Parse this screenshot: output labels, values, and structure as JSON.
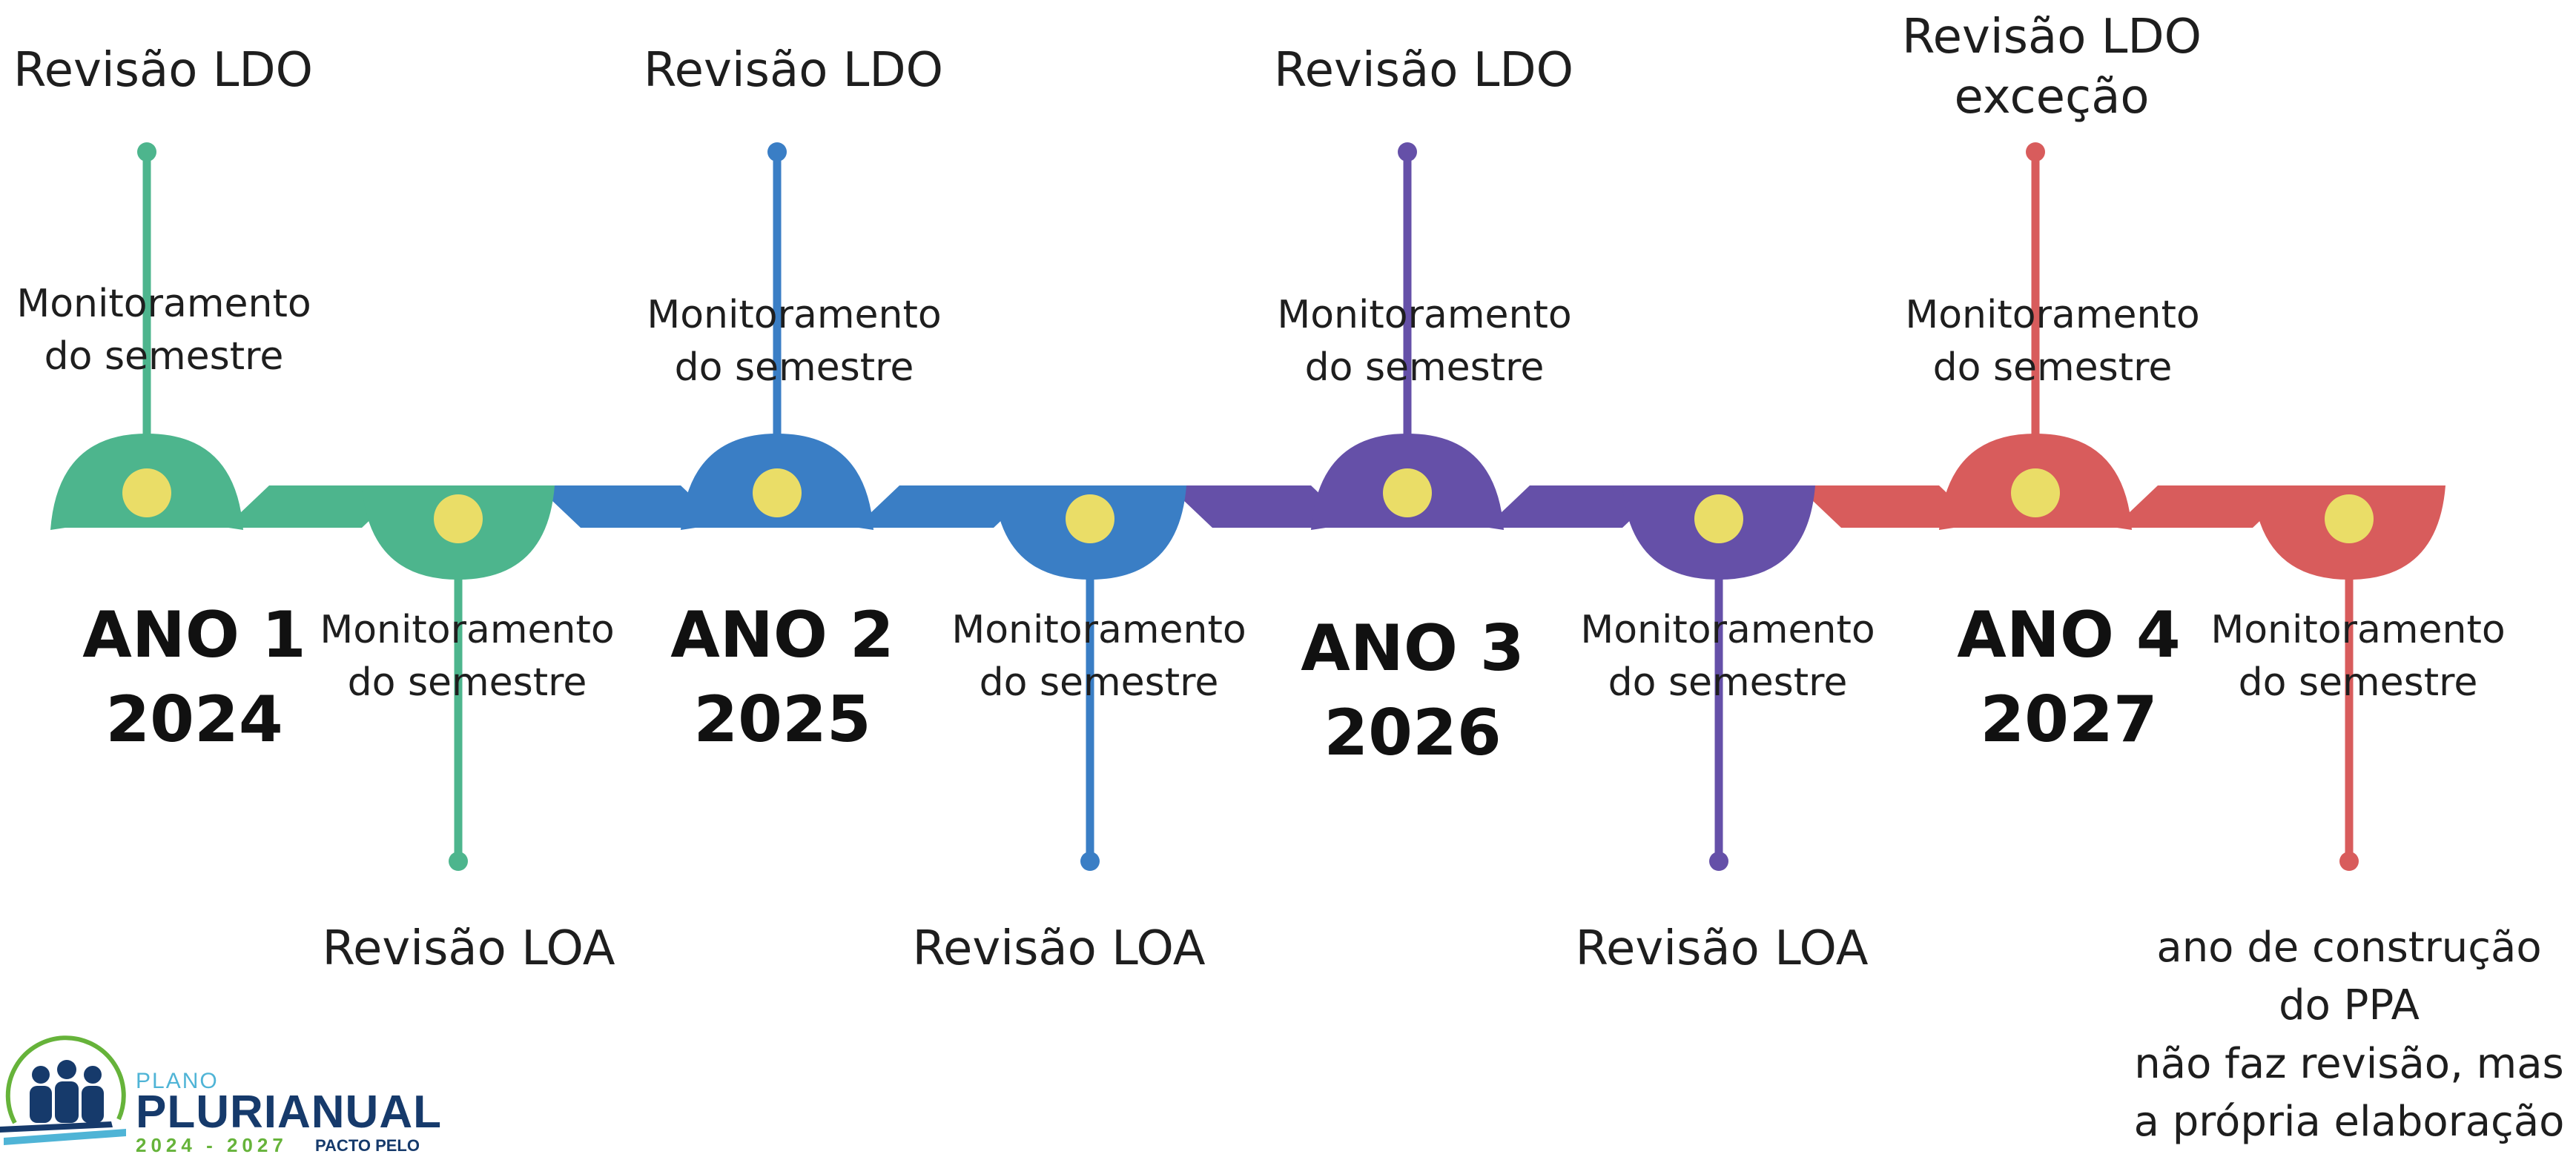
{
  "colors": {
    "green": "#4db58d",
    "blue": "#3a7ec5",
    "purple": "#6550a8",
    "red": "#d85c5c",
    "dot": "#eadd67"
  },
  "years": [
    {
      "ano": "ANO 1",
      "year": "2024",
      "color": "green",
      "ldo": "Revisão LDO",
      "loa": "Revisão LOA",
      "mon_top": "Monitoramento do semestre",
      "mon_bottom": "Monitoramento do semestre"
    },
    {
      "ano": "ANO 2",
      "year": "2025",
      "color": "blue",
      "ldo": "Revisão LDO",
      "loa": "Revisão LOA",
      "mon_top": "Monitoramento do semestre",
      "mon_bottom": "Monitoramento do semestre"
    },
    {
      "ano": "ANO 3",
      "year": "2026",
      "color": "purple",
      "ldo": "Revisão LDO",
      "loa": "Revisão LOA",
      "mon_top": "Monitoramento do semestre",
      "mon_bottom": "Monitoramento do semestre"
    },
    {
      "ano": "ANO 4",
      "year": "2027",
      "color": "red",
      "ldo": "Revisão LDO exceção",
      "loa": "ano de construção do PPA não faz revisão, mas a própria elaboração",
      "mon_top": "Monitoramento do semestre",
      "mon_bottom": "Monitoramento do semestre"
    }
  ],
  "logo": {
    "plano": "PLANO",
    "plurianual": "PLURIANUAL",
    "years": "2024 - 2027",
    "pacto": "PACTO PELO"
  }
}
